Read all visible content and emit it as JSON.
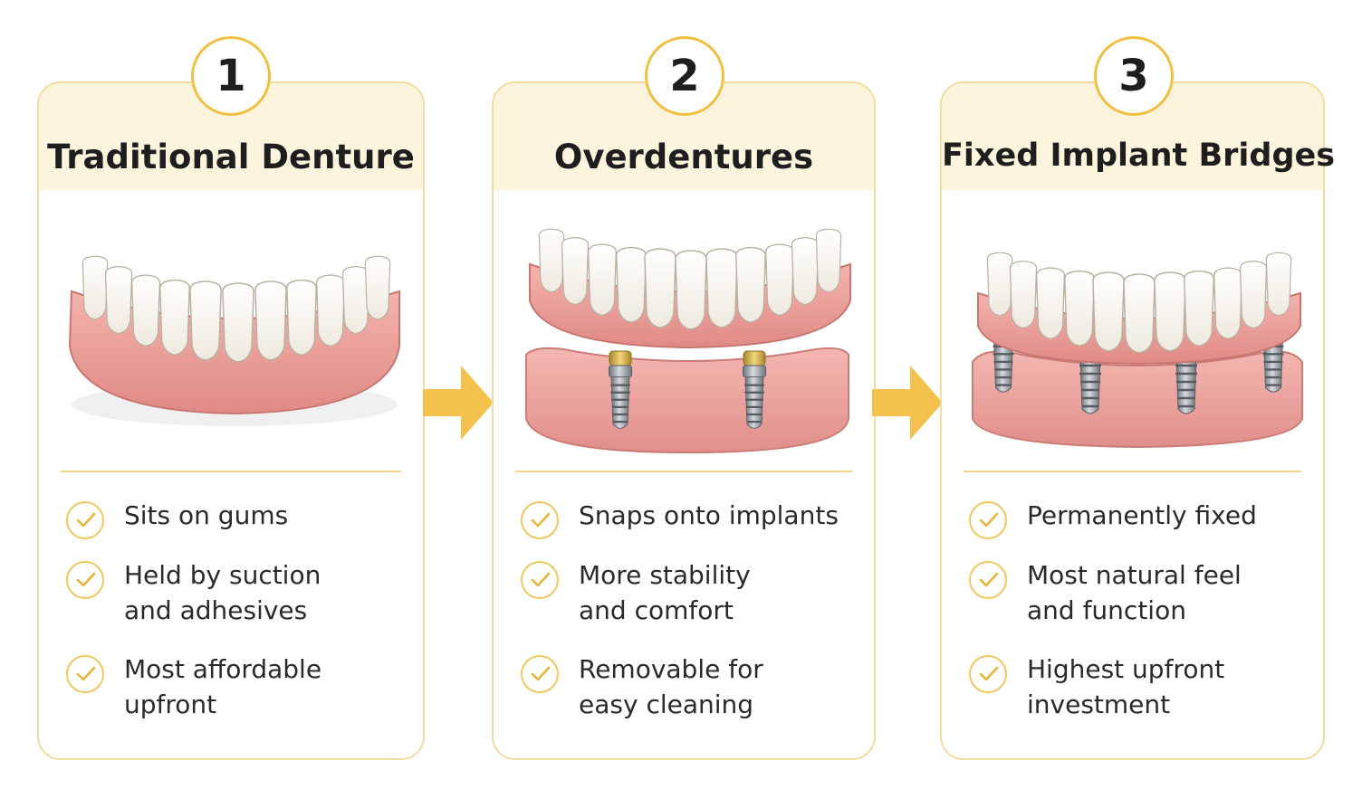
{
  "cards": [
    {
      "number": "1",
      "title": "Traditional Denture",
      "features": [
        "Sits on gums",
        "Held by suction and adhesives",
        "Most affordable upfront"
      ]
    },
    {
      "number": "2",
      "title": "Overdentures",
      "features": [
        "Snaps onto implants",
        "More stability and comfort",
        "Removable for easy cleaning"
      ]
    },
    {
      "number": "3",
      "title": "Fixed Implant Bridges",
      "features": [
        "Permanently fixed",
        "Most natural feel and function",
        "Highest upfront investment"
      ]
    }
  ],
  "icons": {
    "check": "check-circle-icon",
    "arrow": "arrow-right-icon"
  },
  "colors": {
    "accent": "#f1c043",
    "header_bg": "#fcf4dc",
    "border": "#f3dca0",
    "gum": "#e8948f",
    "tooth": "#fbf9f3",
    "implant": "#9aa0a6"
  }
}
